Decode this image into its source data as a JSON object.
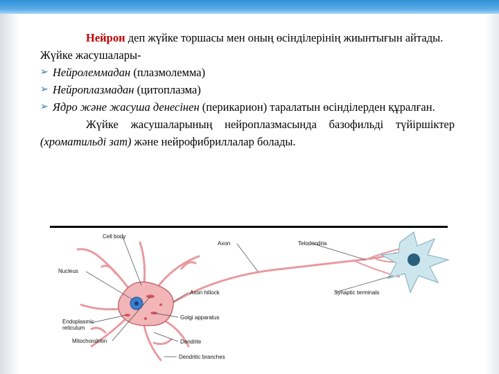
{
  "para1": {
    "term": "Нейрон",
    "rest": " деп жүйке торшасы мен оның өсінділерінің жиынтығын айтады."
  },
  "para2": "Жүйке жасушалары-",
  "bullets": [
    {
      "italic": "Нейролеммадан",
      "normal": " (плазмолемма)"
    },
    {
      "italic": "Нейроплазмадан",
      "normal": " (цитоплазма)"
    },
    {
      "italic": "Ядро және жасуша денесінен",
      "normal": " (перикарион) таралатын өсінділерден құралған."
    }
  ],
  "para3": {
    "start": "Жүйке жасушаларының нейроплазмасында базофильді түйіршіктер ",
    "italic": "(хроматильді зат)",
    "end": " және нейрофибриллалар болады."
  },
  "diagram": {
    "labels": {
      "cell_body": "Cell body",
      "axon": "Axon",
      "telodendria": "Telodendria",
      "nucleus": "Nucleus",
      "axon_hillock": "Axon hillock",
      "synaptic_terminals": "Synaptic terminals",
      "golgi": "Golgi apparatus",
      "er_line1": "Endoplasmic",
      "er_line2": "reticulum",
      "mitochondrion": "Mitochondrion",
      "dendrite": "Dendrite",
      "dendritic_branches": "Dendritic branches"
    },
    "colors": {
      "neuron": "#f2b6b8",
      "nucleus": "#3b7fd0",
      "target_cell": "#cde6ee"
    }
  }
}
